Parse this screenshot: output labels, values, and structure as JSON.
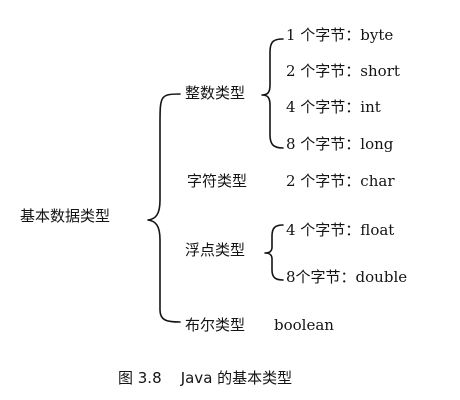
{
  "root": "基本数据类型",
  "groups": [
    {
      "label": "整数类型",
      "items": [
        "1 个字节：byte",
        "2 个字节：short",
        "4 个字节：int",
        "8 个字节：long"
      ]
    },
    {
      "label": "字符类型",
      "items": [
        "2 个字节：char"
      ]
    },
    {
      "label": "浮点类型",
      "items": [
        "4 个字节：float",
        "8个字节：double"
      ]
    },
    {
      "label": "布尔类型",
      "items": [
        "boolean"
      ]
    }
  ],
  "caption": "图 3.8    Java 的基本类型",
  "colors": {
    "ink": "#141414",
    "background": "#ffffff"
  }
}
